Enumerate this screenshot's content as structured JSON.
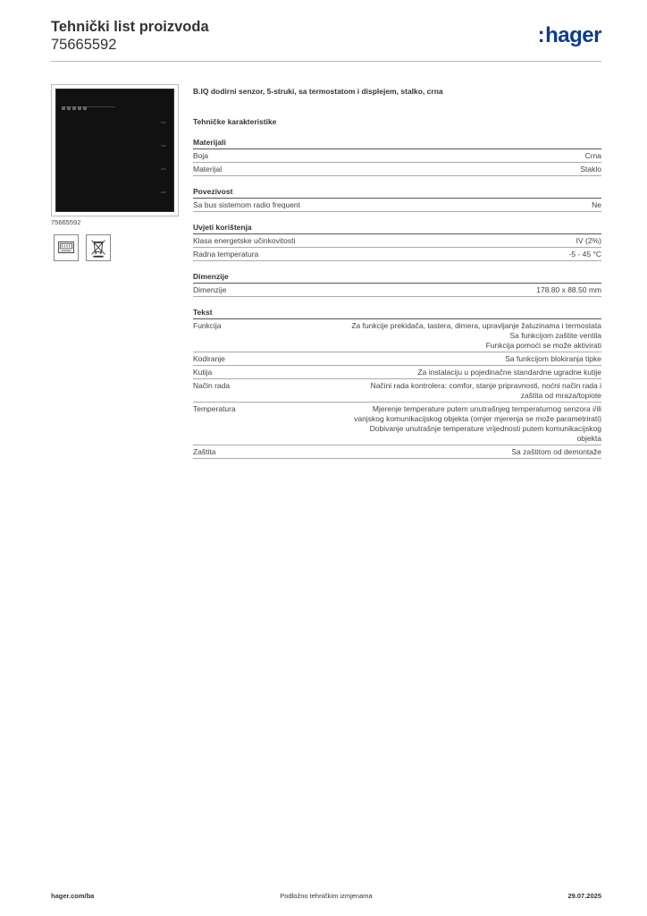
{
  "header": {
    "title": "Tehnički list proizvoda",
    "number": "75665592",
    "logo": "hager",
    "logo_color": "#0c3c8c"
  },
  "image": {
    "caption": "75665592",
    "icons": [
      "energy-class-icon",
      "weee-bin-icon"
    ]
  },
  "product": {
    "description": "B.IQ dodirni senzor, 5-struki, sa termostatom i displejem, stalko, crna",
    "tech_heading": "Tehničke karakteristike"
  },
  "sections": [
    {
      "title": "Materijali",
      "rows": [
        {
          "label": "Boja",
          "value": [
            "Crna"
          ]
        },
        {
          "label": "Materijal",
          "value": [
            "Staklo"
          ]
        }
      ]
    },
    {
      "title": "Povezivost",
      "rows": [
        {
          "label": "Sa bus sistemom radio frequent",
          "value": [
            "Ne"
          ]
        }
      ]
    },
    {
      "title": "Uvjeti korištenja",
      "rows": [
        {
          "label": "Klasa energetske učinkovitosti",
          "value": [
            "IV (2%)"
          ]
        },
        {
          "label": "Radna temperatura",
          "value": [
            "-5 - 45 °C"
          ]
        }
      ]
    },
    {
      "title": "Dimenzije",
      "rows": [
        {
          "label": "Dimenzije",
          "value": [
            "178.80 x 88.50 mm"
          ]
        }
      ]
    },
    {
      "title": "Tekst",
      "rows": [
        {
          "label": "Funkcija",
          "value": [
            "Za funkcije prekidača, tastera, dimera, upravljanje žaluzinama i termostata",
            "Sa funkcijom zaštite ventila",
            "Funkcija pomoći se može aktivirati"
          ]
        },
        {
          "label": "Kodiranje",
          "value": [
            "Sa funkcijom blokiranja tipke"
          ]
        },
        {
          "label": "Kutija",
          "value": [
            "Za instalaciju u pojedinačne standardne ugradne kutije"
          ]
        },
        {
          "label": "Način rada",
          "value": [
            "Načini rada kontrolera: comfor, stanje pripravnosti, noćni način rada i",
            "zaštita od mraza/topiote"
          ]
        },
        {
          "label": "Temperatura",
          "value": [
            "Mjerenje temperature putem unutrašnjeg temperaturnog senzora i/ili",
            "vanjskog komunikacijskog objekta (omjer mjerenja se može parametrirati)",
            "Dobivanje unutrašnje temperature vrijednosti putem komunikacijskog",
            "objekta"
          ]
        },
        {
          "label": "Zaštita",
          "value": [
            "Sa zaštitom od demontaže"
          ]
        }
      ]
    }
  ],
  "footer": {
    "website": "hager.com/ba",
    "notice": "Podložno tehničkim izmjenama",
    "date": "29.07.2025"
  }
}
